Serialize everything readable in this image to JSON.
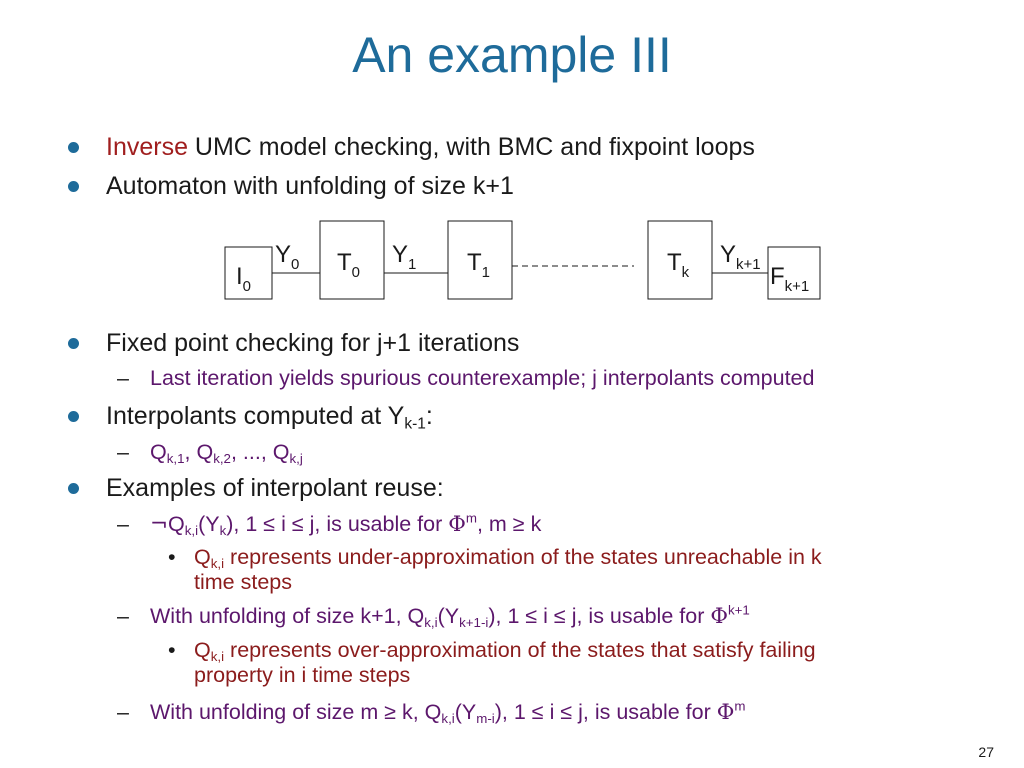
{
  "title": "An example III",
  "bullet1": {
    "hl": "Inverse",
    "rest": " UMC model checking, with BMC and fixpoint loops"
  },
  "bullet2": "Automaton with unfolding of size k+1",
  "diagram": {
    "I0": {
      "base": "I",
      "sub": "0"
    },
    "T0": {
      "base": "T",
      "sub": "0"
    },
    "T1": {
      "base": "T",
      "sub": "1"
    },
    "Tk": {
      "base": "T",
      "sub": "k"
    },
    "Fk1": {
      "base": "F",
      "sub": "k+1"
    },
    "Y0": {
      "base": "Y",
      "sub": "0"
    },
    "Y1": {
      "base": "Y",
      "sub": "1"
    },
    "Yk1": {
      "base": "Y",
      "sub": "k+1"
    }
  },
  "bullet3": "Fixed point checking for j+1 iterations",
  "sub3": "Last iteration yields spurious counterexample; j interpolants computed",
  "bullet4": {
    "text": "Interpolants computed at Y",
    "sub": "k-1",
    "tail": ":"
  },
  "sub4": {
    "q1": "Q",
    "s1": "k,1",
    "sep1": ", Q",
    "s2": "k,2",
    "sep2": ", ..., Q",
    "s3": "k,j"
  },
  "bullet5": "Examples of interpolant reuse:",
  "sub5a": {
    "neg": "¬",
    "q": "Q",
    "qs": "k,i",
    "y": "(Y",
    "ys": "k",
    "rest": "), 1 ≤ i ≤ j, is usable for ",
    "phi": "Φ",
    "phis": "m",
    "tail": ", m ≥ k"
  },
  "sub5a_b": {
    "q": "Q",
    "qs": "k,i",
    "line1": " represents under-approximation of the states unreachable in k",
    "line2": "time steps"
  },
  "sub5b": {
    "pre": "With unfolding of size k+1, Q",
    "qs": "k,i",
    "y": "(Y",
    "ys": "k+1-i",
    "rest": "), 1 ≤ i ≤ j, is usable for ",
    "phi": "Φ",
    "phis": "k+1"
  },
  "sub5b_b": {
    "q": "Q",
    "qs": "k,i",
    "line1": " represents over-approximation of the states that satisfy failing",
    "line2": "property in i time steps"
  },
  "sub5c": {
    "pre": "With unfolding of size m ≥ k, Q",
    "qs": "k,i",
    "y": "(Y",
    "ys": "m-i",
    "rest": "), 1 ≤ i ≤ j, is usable for ",
    "phi": "Φ",
    "phis": "m"
  },
  "page_number": "27",
  "colors": {
    "title": "#1e6b9a",
    "bullet": "#1e6b9a",
    "purple": "#5c176c",
    "red": "#a01e1e"
  }
}
